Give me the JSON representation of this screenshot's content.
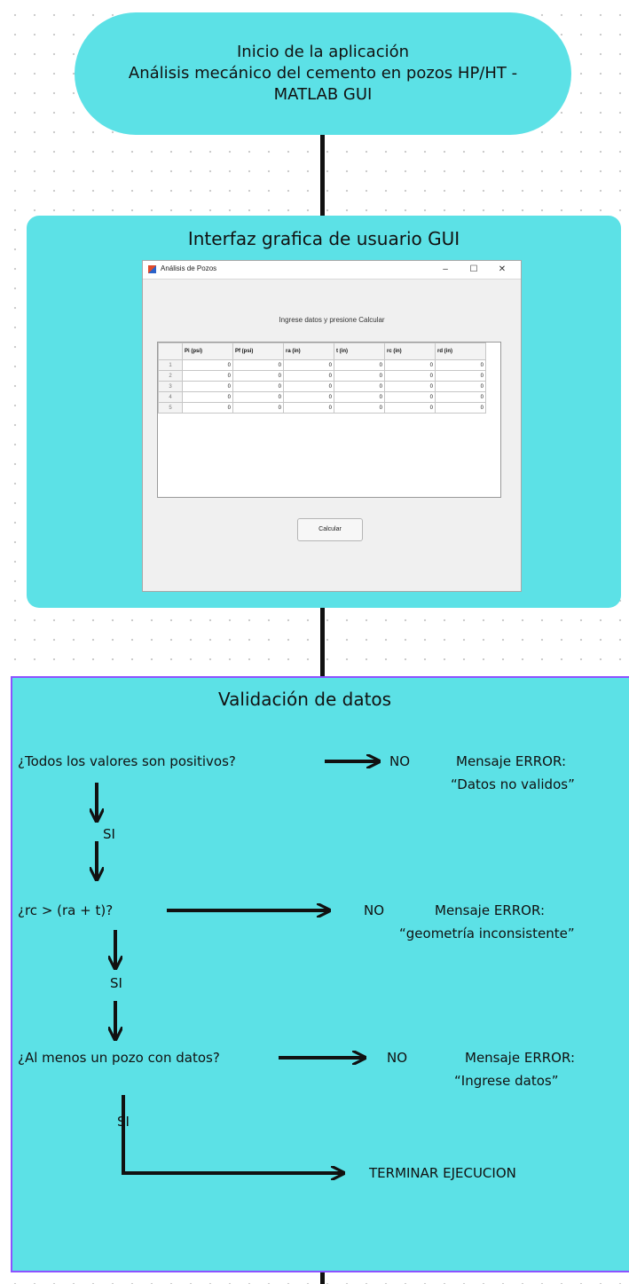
{
  "start": {
    "line1": "Inicio de la aplicación",
    "line2": "Análisis mecánico del cemento en pozos HP/HT -",
    "line3": "MATLAB GUI"
  },
  "gui": {
    "title": "Interfaz grafica de usuario GUI",
    "window": {
      "title": "Análisis de Pozos",
      "minimize": "–",
      "maximize": "☐",
      "close": "✕",
      "prompt": "Ingrese datos y presione Calcular",
      "columns": [
        "Pi (psi)",
        "Pf (psi)",
        "ra (in)",
        "t (in)",
        "rc (in)",
        "rd (in)"
      ],
      "rows": [
        {
          "num": "1",
          "values": [
            "0",
            "0",
            "0",
            "0",
            "0",
            "0"
          ]
        },
        {
          "num": "2",
          "values": [
            "0",
            "0",
            "0",
            "0",
            "0",
            "0"
          ]
        },
        {
          "num": "3",
          "values": [
            "0",
            "0",
            "0",
            "0",
            "0",
            "0"
          ]
        },
        {
          "num": "4",
          "values": [
            "0",
            "0",
            "0",
            "0",
            "0",
            "0"
          ]
        },
        {
          "num": "5",
          "values": [
            "0",
            "0",
            "0",
            "0",
            "0",
            "0"
          ]
        }
      ],
      "button": "Calcular"
    }
  },
  "validation": {
    "title": "Validación de datos",
    "q1": "¿Todos los valores son positivos?",
    "q1_no": "NO",
    "q1_err1": "Mensaje ERROR:",
    "q1_err2": "“Datos no validos”",
    "q1_si": "SI",
    "q2": "¿rc > (ra + t)?",
    "q2_no": "NO",
    "q2_err1": "Mensaje ERROR:",
    "q2_err2": "“geometría inconsistente”",
    "q2_si": "SI",
    "q3": "¿Al menos un pozo con datos?",
    "q3_no": "NO",
    "q3_err1": "Mensaje ERROR:",
    "q3_err2": "“Ingrese datos”",
    "q3_si": "SI",
    "end": "TERMINAR EJECUCION"
  },
  "colors": {
    "node_fill": "#5ce1e6",
    "validation_border": "#8c52ff",
    "connector": "#111111"
  }
}
